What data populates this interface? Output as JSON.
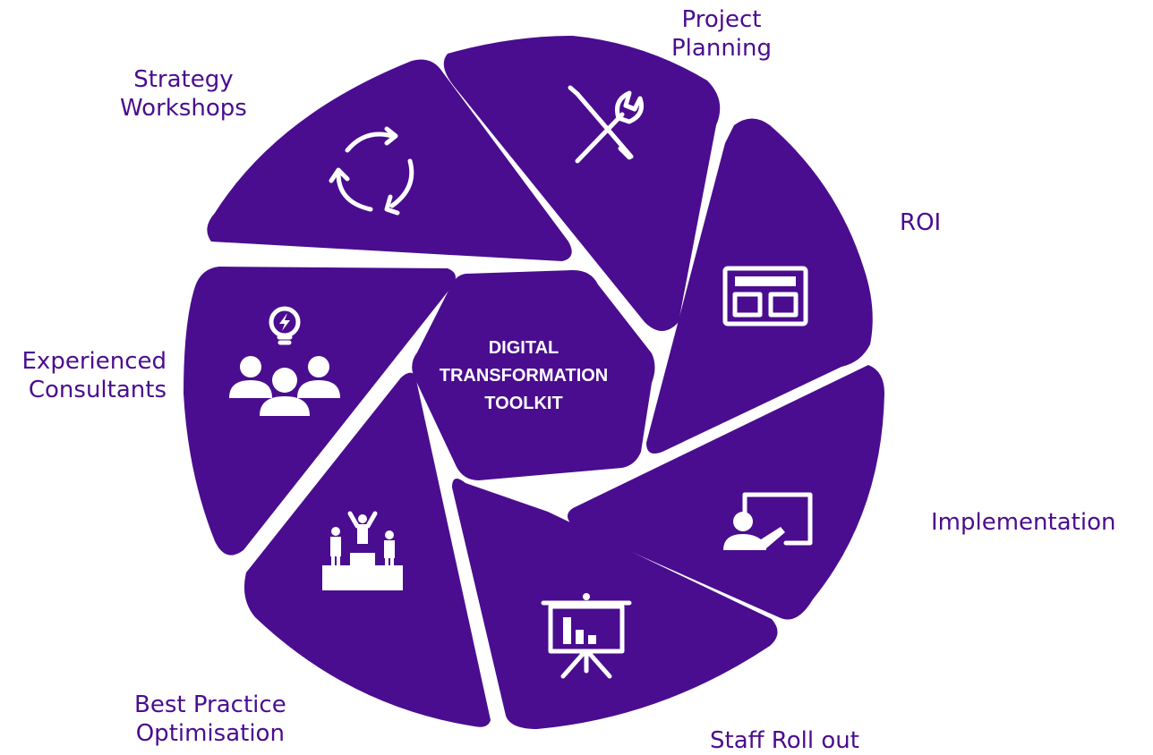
{
  "title": {
    "line1": "DIGITAL",
    "line2": "TRANSFORMATION",
    "line3": "TOOLKIT"
  },
  "colors": {
    "primary": "#4a0d8f",
    "icon": "#ffffff",
    "background": "#ffffff"
  },
  "segments": [
    {
      "line1": "Project",
      "line2": "Planning",
      "icon": "tools-icon"
    },
    {
      "line1": "ROI",
      "line2": "",
      "icon": "dashboard-icon"
    },
    {
      "line1": "Implementation",
      "line2": "",
      "icon": "presenter-icon"
    },
    {
      "line1": "Staff Roll out",
      "line2": "",
      "icon": "chart-board-icon"
    },
    {
      "line1": "Best Practice",
      "line2": "Optimisation",
      "icon": "podium-icon"
    },
    {
      "line1": "Experienced",
      "line2": "Consultants",
      "icon": "idea-team-icon"
    },
    {
      "line1": "Strategy",
      "line2": "Workshops",
      "icon": "refresh-icon"
    }
  ]
}
